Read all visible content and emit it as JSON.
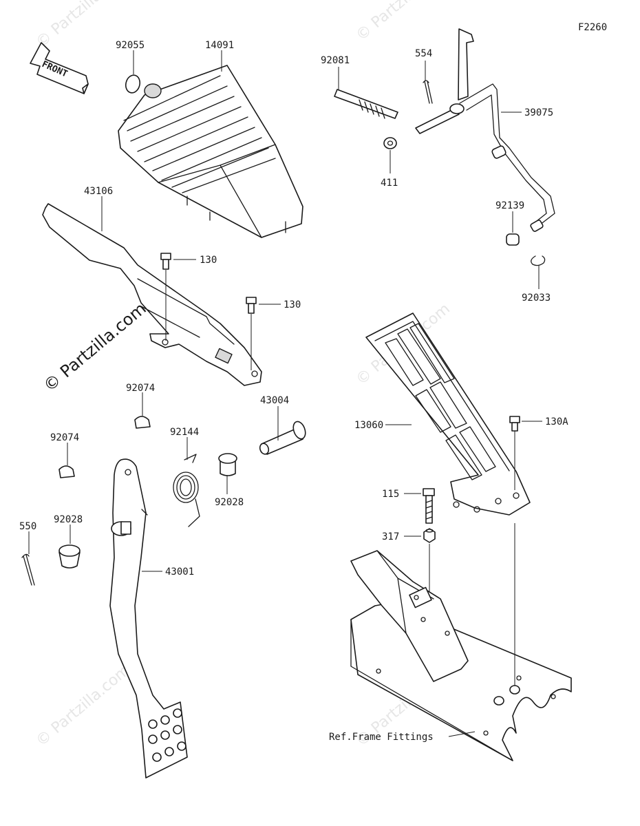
{
  "figure_code": "F2260",
  "front_label": "FRONT",
  "watermark": "© Partzilla.com",
  "colors": {
    "line": "#1a1a1a",
    "background": "#ffffff",
    "watermark": "#e6e6e6",
    "shade": "#d9d9d9"
  },
  "parts": {
    "p92055": "92055",
    "p14091": "14091",
    "p43106": "43106",
    "p130a": "130",
    "p130b": "130",
    "p92081": "92081",
    "p554": "554",
    "p39075": "39075",
    "p411": "411",
    "p92139": "92139",
    "p92033": "92033",
    "p92074a": "92074",
    "p92074b": "92074",
    "p92144": "92144",
    "p43004": "43004",
    "p92028a": "92028",
    "p92028b": "92028",
    "p550": "550",
    "p43001": "43001",
    "p13060": "13060",
    "p130A": "130A",
    "p115": "115",
    "p317": "317"
  },
  "reference": "Ref.Frame Fittings"
}
